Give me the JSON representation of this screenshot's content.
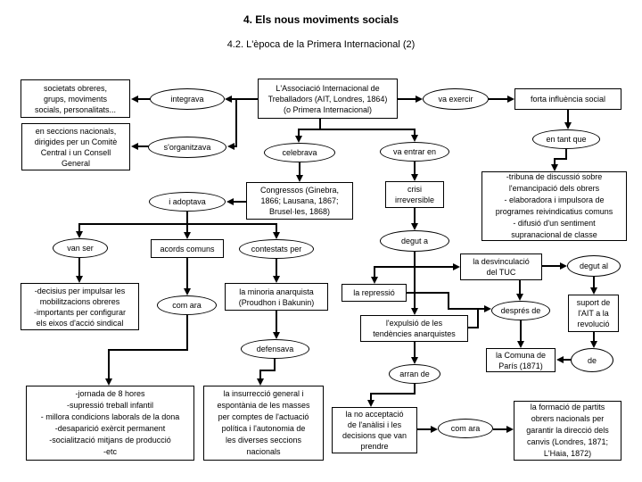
{
  "title": "4. Els nous moviments socials",
  "subtitle": "4.2. L'època de la Primera Internacional (2)",
  "colors": {
    "line": "#000000",
    "background": "#ffffff",
    "text": "#000000"
  },
  "nodes": {
    "societats": [
      "societats obreres,",
      "grups, moviments",
      "socials, personalitats..."
    ],
    "seccions": [
      "en seccions nacionals,",
      "dirigides per un Comitè",
      "Central i un Consell",
      "General"
    ],
    "ait": [
      "L'Associació Internacional de",
      "Treballadors (AIT, Londres, 1864)",
      "(o Primera Internacional)"
    ],
    "forta": "forta influència social",
    "congressos": [
      "Congressos (Ginebra,",
      "1866; Lausana, 1867;",
      "Brusel·les, 1868)"
    ],
    "acords": "acords comuns",
    "tribuna": [
      "-tribuna de discussió sobre",
      "l'emancipació dels obrers",
      "- elaboradora i impulsora de",
      "programes reivindicatius comuns",
      "- difusió d'un sentiment",
      "supranacional de classe"
    ],
    "crisi": [
      "crisi",
      "irreversible"
    ],
    "decisius": [
      "-decisius per impulsar les",
      "mobilitzacions obreres",
      "-importants per configurar",
      "els eixos d'acció sindical"
    ],
    "minoria": [
      "la minoria anarquista",
      "(Proudhon i Bakunin)"
    ],
    "repressio": "la repressió",
    "tuc": [
      "la desvinculació",
      "del TUC"
    ],
    "expulsio": [
      "l'expulsió de les",
      "tendències anarquistes"
    ],
    "suport": [
      "suport de",
      "l'AIT a la",
      "revolució"
    ],
    "comuna": [
      "la Comuna de",
      "París (1871)"
    ],
    "jornada": [
      "-jornada de 8 hores",
      "-supressió treball infantil",
      "- millora condicions laborals de la dona",
      "-desaparició exèrcit permanent",
      "-socialització mitjans de producció",
      "-etc"
    ],
    "insurreccio": [
      "la insurrecció general i",
      "espontània de les masses",
      "per comptes de l'actuació",
      "política i l'autonomia de",
      "les diverses seccions",
      "nacionals"
    ],
    "no_acceptacio": [
      "la no acceptació",
      "de l'anàlisi i les",
      "decisions que van",
      "prendre"
    ],
    "formacio": [
      "la formació de partits",
      "obrers nacionals per",
      "garantir la direcció dels",
      "canvis (Londres, 1871;",
      "L'Haia, 1872)"
    ],
    "integrava": "integrava",
    "s_organitzava": "s'organitzava",
    "va_exercir": "va exercir",
    "en_tant_que": "en tant que",
    "celebrava": "celebrava",
    "va_entrar_en": "va entrar en",
    "i_adoptava": "i adoptava",
    "van_ser": "van ser",
    "contestats_per": "contestats per",
    "com_ara_1": "com ara",
    "degut_a": "degut a",
    "degut_al": "degut al",
    "despres_de": "després de",
    "defensava": "defensava",
    "arran_de": "arran de",
    "de": "de",
    "com_ara_2": "com ara"
  }
}
